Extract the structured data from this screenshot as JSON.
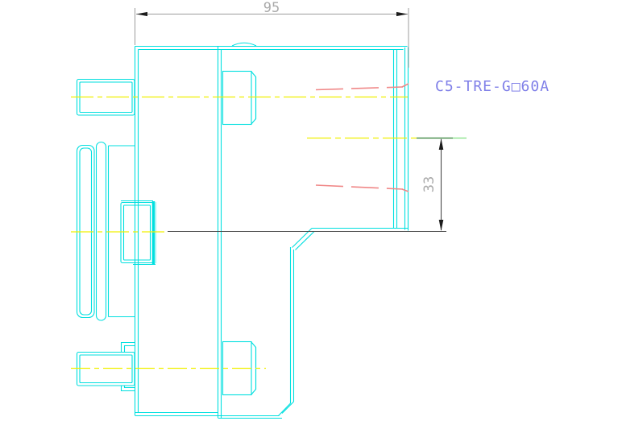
{
  "drawing": {
    "part_label": "C5-TRE-G□60A",
    "dimensions": {
      "width": {
        "value": "95"
      },
      "height": {
        "value": "33"
      }
    },
    "colors": {
      "background": "#ffffff",
      "geometry_cyan": "#00dfdf",
      "centerline_yellow": "#f0f000",
      "hidden_line_red": "#f08888",
      "dimension_gray": "#9c9c9c",
      "dimension_dark_gray": "#4a4a4a",
      "dimension_text_gray": "#ababab",
      "part_label_blue": "#8080e8",
      "extension_green_dark": "#2e7d32",
      "extension_green_light": "#7fe080",
      "arrow_black": "#1c1c1c"
    }
  }
}
